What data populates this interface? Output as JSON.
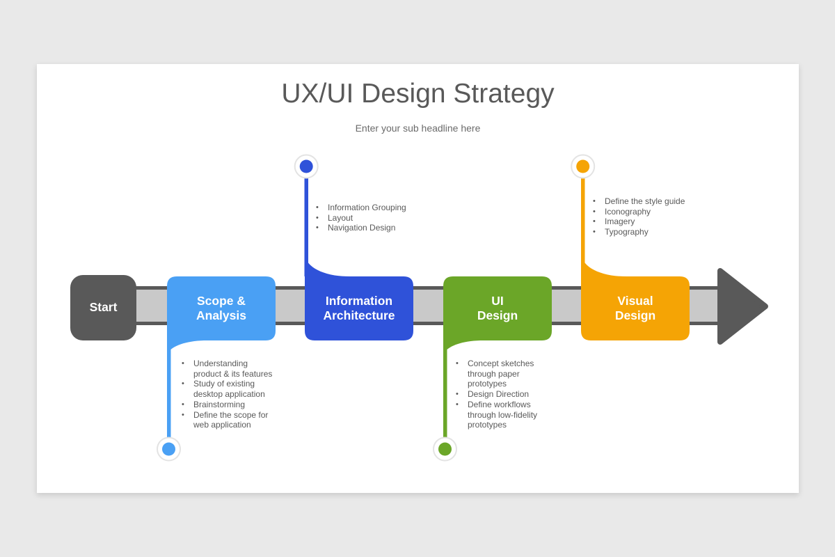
{
  "page": {
    "background": "#E9E9E9"
  },
  "slide": {
    "title": "UX/UI Design Strategy",
    "subtitle": "Enter your sub headline here"
  },
  "timeline": {
    "start_label": "Start",
    "start_color": "#595959",
    "band_fill": "#C9C9C9",
    "band_edge_color": "#595959",
    "arrow_color": "#595959",
    "marker_ring_color": "#E3E3E3",
    "text_color": "#595959"
  },
  "milestones": [
    {
      "id": "scope-analysis",
      "label": "Scope &\nAnalysis",
      "color": "#4AA0F4",
      "callout_position": "below",
      "bullets": [
        "Understanding\nproduct & its features",
        "Study of existing\ndesktop application",
        "Brainstorming",
        "Define the scope for\nweb application"
      ]
    },
    {
      "id": "information-architecture",
      "label": "Information\nArchitecture",
      "color": "#2F52D9",
      "callout_position": "above",
      "bullets": [
        "Information Grouping",
        "Layout",
        "Navigation Design"
      ]
    },
    {
      "id": "ui-design",
      "label": "UI\nDesign",
      "color": "#6BA628",
      "callout_position": "below",
      "bullets": [
        "Concept sketches\nthrough paper\nprototypes",
        "Design Direction",
        "Define workflows\nthrough low-fidelity\nprototypes"
      ]
    },
    {
      "id": "visual-design",
      "label": "Visual\nDesign",
      "color": "#F5A405",
      "callout_position": "above",
      "bullets": [
        "Define the style guide",
        "Iconography",
        "Imagery",
        "Typography"
      ]
    }
  ]
}
